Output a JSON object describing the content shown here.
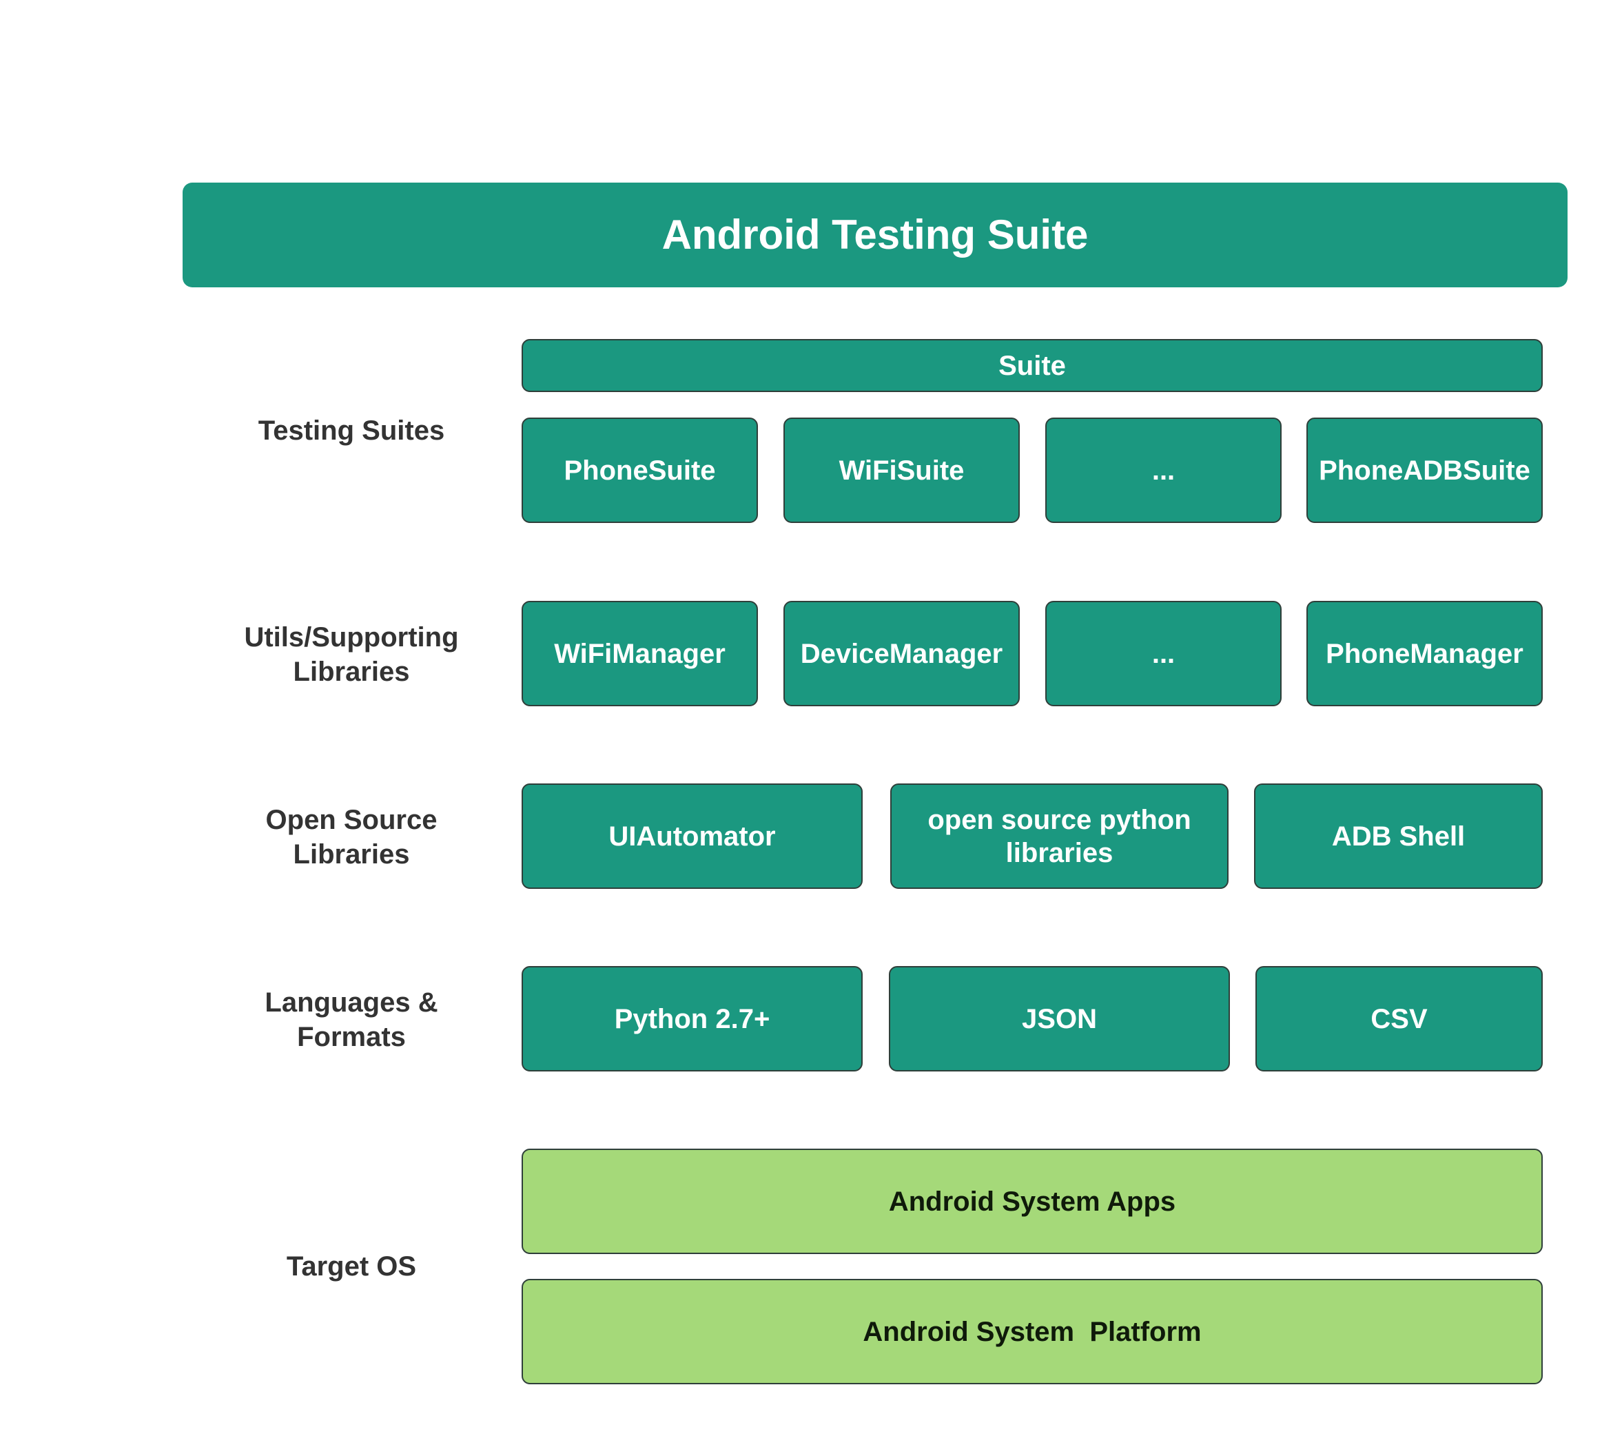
{
  "title": "Android Testing Suite",
  "layers": {
    "testing_suites": {
      "label_lines": [
        "Testing Suites"
      ],
      "header": "Suite",
      "items": [
        "PhoneSuite",
        "WiFiSuite",
        "...",
        "PhoneADBSuite"
      ]
    },
    "utils": {
      "label_lines": [
        "Utils/Supporting",
        "Libraries"
      ],
      "items": [
        "WiFiManager",
        "DeviceManager",
        "...",
        "PhoneManager"
      ]
    },
    "open_source": {
      "label_lines": [
        "Open Source",
        "Libraries"
      ],
      "items": [
        [
          "UIAutomator"
        ],
        [
          "open source python",
          "libraries"
        ],
        [
          "ADB Shell"
        ]
      ]
    },
    "languages": {
      "label_lines": [
        "Languages &",
        "Formats"
      ],
      "items": [
        "Python 2.7+",
        "JSON",
        "CSV"
      ]
    },
    "target_os": {
      "label_lines": [
        "Target OS"
      ],
      "items": [
        "Android System Apps",
        "Android System  Platform"
      ]
    }
  },
  "colors": {
    "teal": "#1b9880",
    "light_green": "#a5d979",
    "label_text": "#333333"
  }
}
